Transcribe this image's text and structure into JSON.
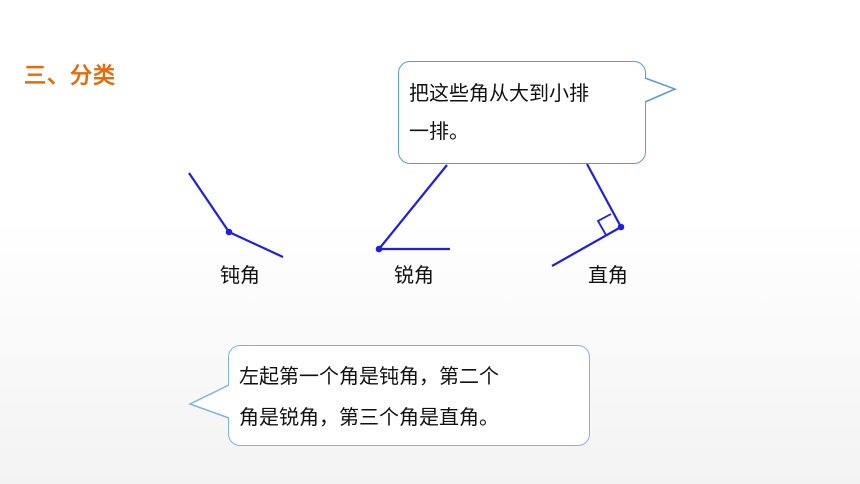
{
  "section_title": "三、分类",
  "colors": {
    "accent": "#e46c0a",
    "angle_line": "#1f1fe0",
    "bubble_border": "#5b9bd5"
  },
  "angles": [
    {
      "label": "钝角",
      "kind": "obtuse"
    },
    {
      "label": "锐角",
      "kind": "acute"
    },
    {
      "label": "直角",
      "kind": "right"
    }
  ],
  "bubble_top": {
    "line1": "把这些角从大到小排",
    "line2": "一排。"
  },
  "bubble_bottom": {
    "line1": "左起第一个角是钝角，第二个",
    "line2": "角是锐角，第三个角是直角。"
  }
}
